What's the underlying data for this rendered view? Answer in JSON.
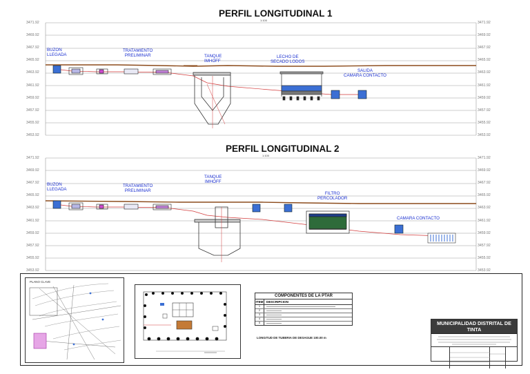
{
  "profile1": {
    "title": "PERFIL LONGITUDINAL 1",
    "scale": "1:100",
    "elevations": [
      "3471.92",
      "3469.92",
      "3467.92",
      "3465.92",
      "3463.92",
      "3461.92",
      "3459.92",
      "3457.92",
      "3455.92",
      "3453.92"
    ],
    "labels": {
      "buzon": [
        "BUZON",
        "LLEGADA"
      ],
      "tratamiento": [
        "TRATAMIENTO",
        "PRELIMINAR"
      ],
      "tanque": [
        "TANQUE",
        "IMHOFF"
      ],
      "lecho": [
        "LECHO DE",
        "SECADO LODOS"
      ],
      "salida": [
        "SALIDA",
        "CAMARA CONTACTO"
      ]
    }
  },
  "profile2": {
    "title": "PERFIL LONGITUDINAL 2",
    "scale": "1:100",
    "elevations": [
      "3471.92",
      "3469.92",
      "3467.92",
      "3465.92",
      "3463.92",
      "3461.92",
      "3459.92",
      "3457.92",
      "3455.92",
      "3453.92"
    ],
    "labels": {
      "buzon": [
        "BUZON",
        "LLEGADA"
      ],
      "tratamiento": [
        "TRATAMIENTO",
        "PRELIMINAR"
      ],
      "tanque": [
        "TANQUE",
        "IMHOFF"
      ],
      "filtro": [
        "FILTRO",
        "PERCOLADOR"
      ],
      "camara": [
        "CAMARA CONTACTO"
      ]
    }
  },
  "key_plan": {
    "title": "PLANO CLAVE"
  },
  "components": {
    "title": "COMPONENTES DE LA PTAR",
    "header": [
      "ITEM",
      "DESCRIPCION"
    ],
    "rows": [
      "1",
      "2",
      "3",
      "4",
      "5"
    ],
    "note": "LONGITUD DE TUBERIA DE DESAGUE 100.00 m"
  },
  "title_block": {
    "entity": "MUNICIPALIDAD DISTRITAL DE TINTA"
  },
  "colors": {
    "label_blue": "#1a2fd0",
    "ground_brown": "#8b4a1a",
    "pipe_red": "#d23a3a",
    "tank_blue": "#3b6fd4",
    "entity_bar": "#3c3c3c"
  }
}
